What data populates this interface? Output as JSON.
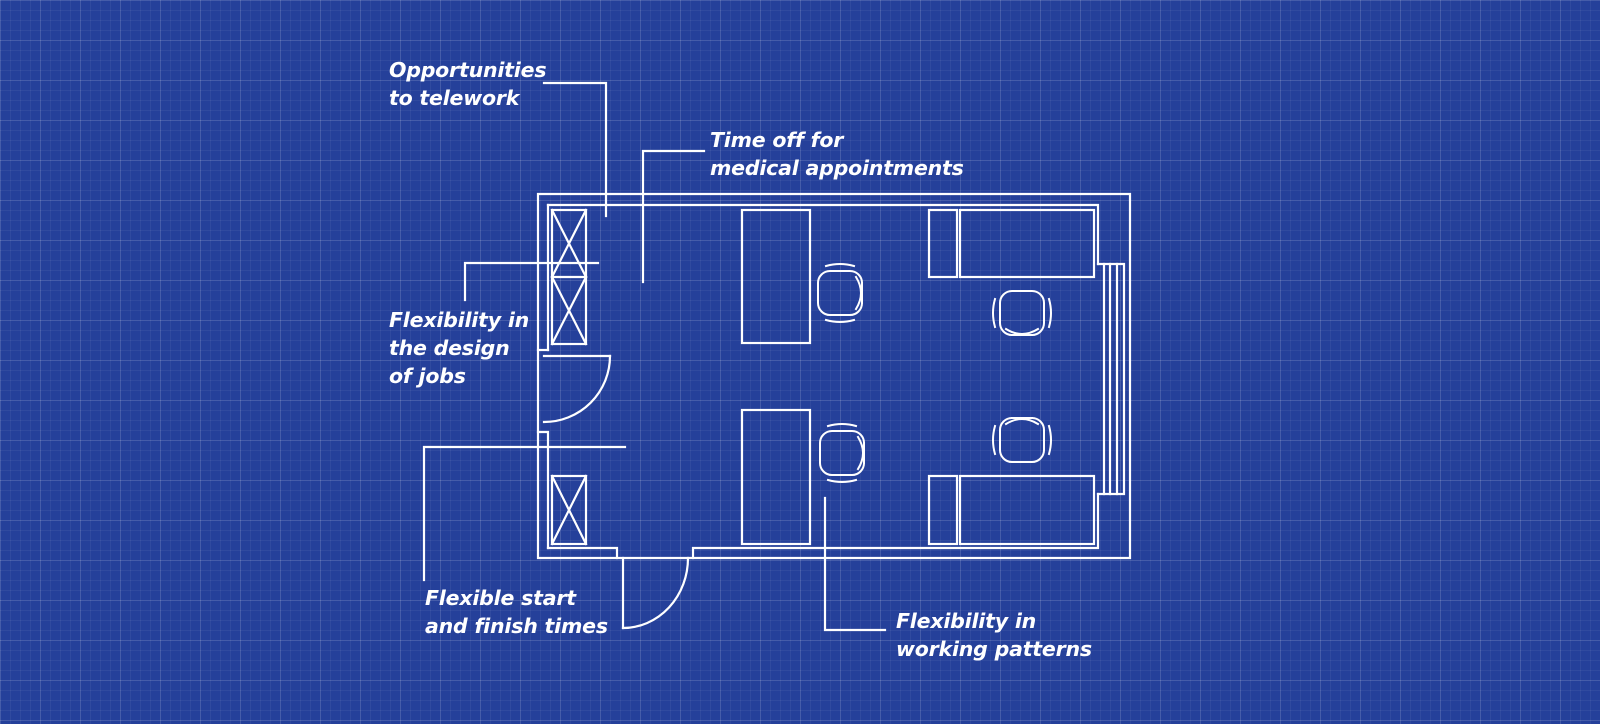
{
  "background_color": "#25409a",
  "line_color": "#ffffff",
  "labels": {
    "telework": [
      "Opportunities",
      "to telework"
    ],
    "medical": [
      "Time off for",
      "medical appointments"
    ],
    "job_design": [
      "Flexibility in",
      "the design",
      "of jobs"
    ],
    "start_finish": [
      "Flexible start",
      "and finish times"
    ],
    "working_patterns": [
      "Flexibility in",
      "working patterns"
    ]
  }
}
